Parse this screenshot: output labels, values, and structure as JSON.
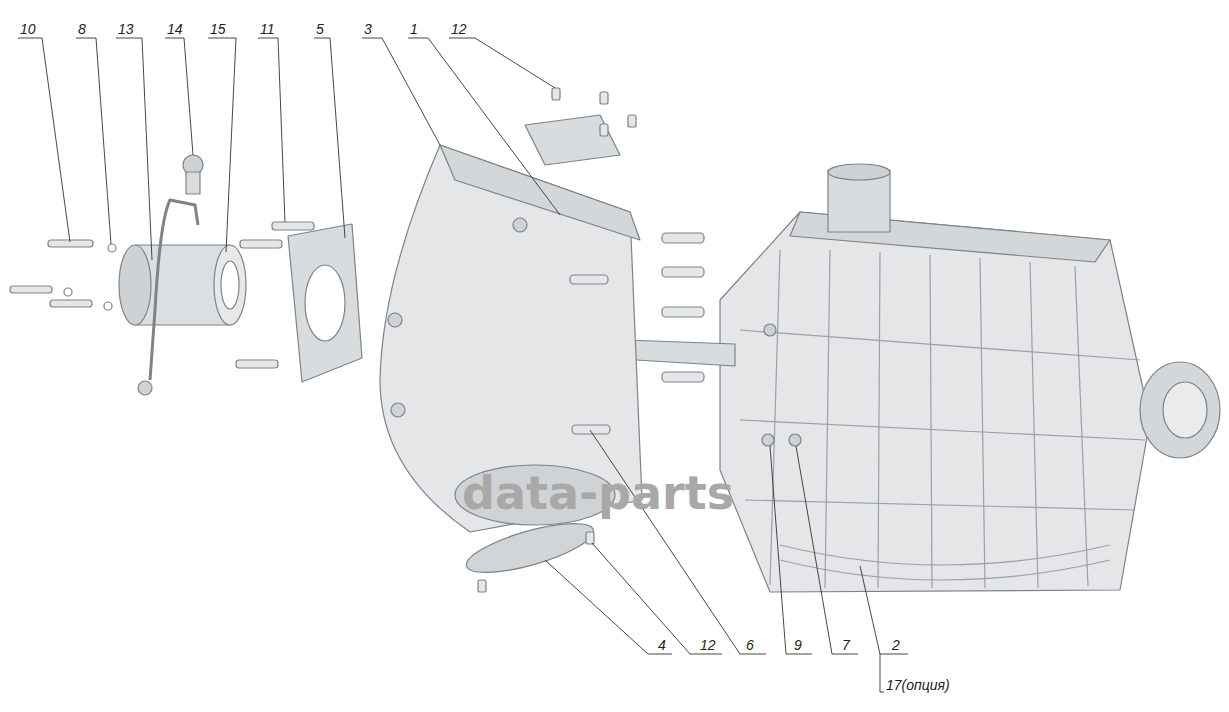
{
  "diagram": {
    "labels": [
      "10",
      "8",
      "13",
      "14",
      "15",
      "11",
      "5",
      "3",
      "1",
      "12",
      "4",
      "12",
      "6",
      "9",
      "7",
      "2",
      "17(опция)",
      "data-parts"
    ]
  }
}
